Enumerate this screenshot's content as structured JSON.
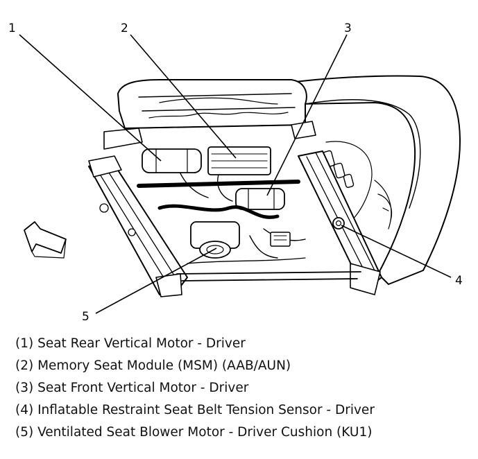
{
  "callouts": [
    {
      "number": "1"
    },
    {
      "number": "2"
    },
    {
      "number": "3"
    },
    {
      "number": "4"
    },
    {
      "number": "5"
    }
  ],
  "legend": [
    "(1) Seat Rear Vertical Motor - Driver",
    "(2) Memory Seat Module (MSM) (AAB/AUN)",
    "(3) Seat Front Vertical Motor - Driver",
    "(4) Inflatable Restraint Seat Belt Tension Sensor - Driver",
    "(5) Ventilated Seat Blower Motor - Driver Cushion (KU1)"
  ]
}
